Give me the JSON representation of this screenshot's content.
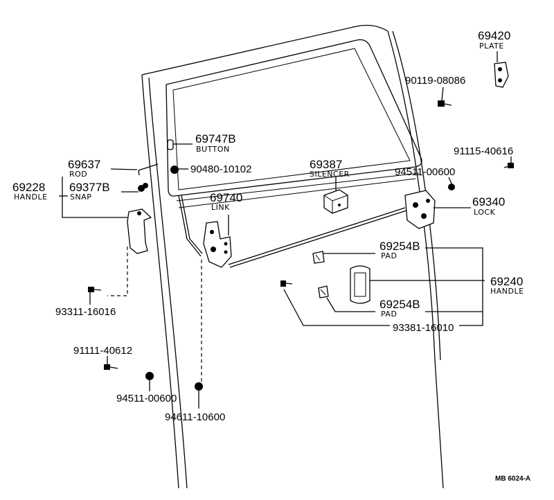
{
  "diagram_code": "MB 6024-A",
  "labels": {
    "plate": {
      "number": "69420",
      "name": "PLATE"
    },
    "bolt_90119": {
      "number": "90119-08086"
    },
    "button": {
      "number": "69747B",
      "name": "BUTTON"
    },
    "rod": {
      "number": "69637",
      "name": "ROD"
    },
    "clip_90480": {
      "number": "90480-10102"
    },
    "silencer": {
      "number": "69387",
      "name": "SILENCER"
    },
    "screw_91115": {
      "number": "91115-40616"
    },
    "nut_94511_top": {
      "number": "94511-00600"
    },
    "outside_handle": {
      "number": "69228",
      "name": "HANDLE"
    },
    "snap": {
      "number": "69377B",
      "name": "SNAP"
    },
    "link": {
      "number": "69740",
      "name": "LINK"
    },
    "lock": {
      "number": "69340",
      "name": "LOCK"
    },
    "pad_upper": {
      "number": "69254B",
      "name": "PAD"
    },
    "inside_handle": {
      "number": "69240",
      "name": "HANDLE"
    },
    "pad_lower": {
      "number": "69254B",
      "name": "PAD"
    },
    "screw_93311": {
      "number": "93311-16016"
    },
    "screw_93381": {
      "number": "93381-16010"
    },
    "screw_91111": {
      "number": "91111-40612"
    },
    "nut_94511_bottom": {
      "number": "94511-00600"
    },
    "nut_94611": {
      "number": "94611-10600"
    }
  }
}
